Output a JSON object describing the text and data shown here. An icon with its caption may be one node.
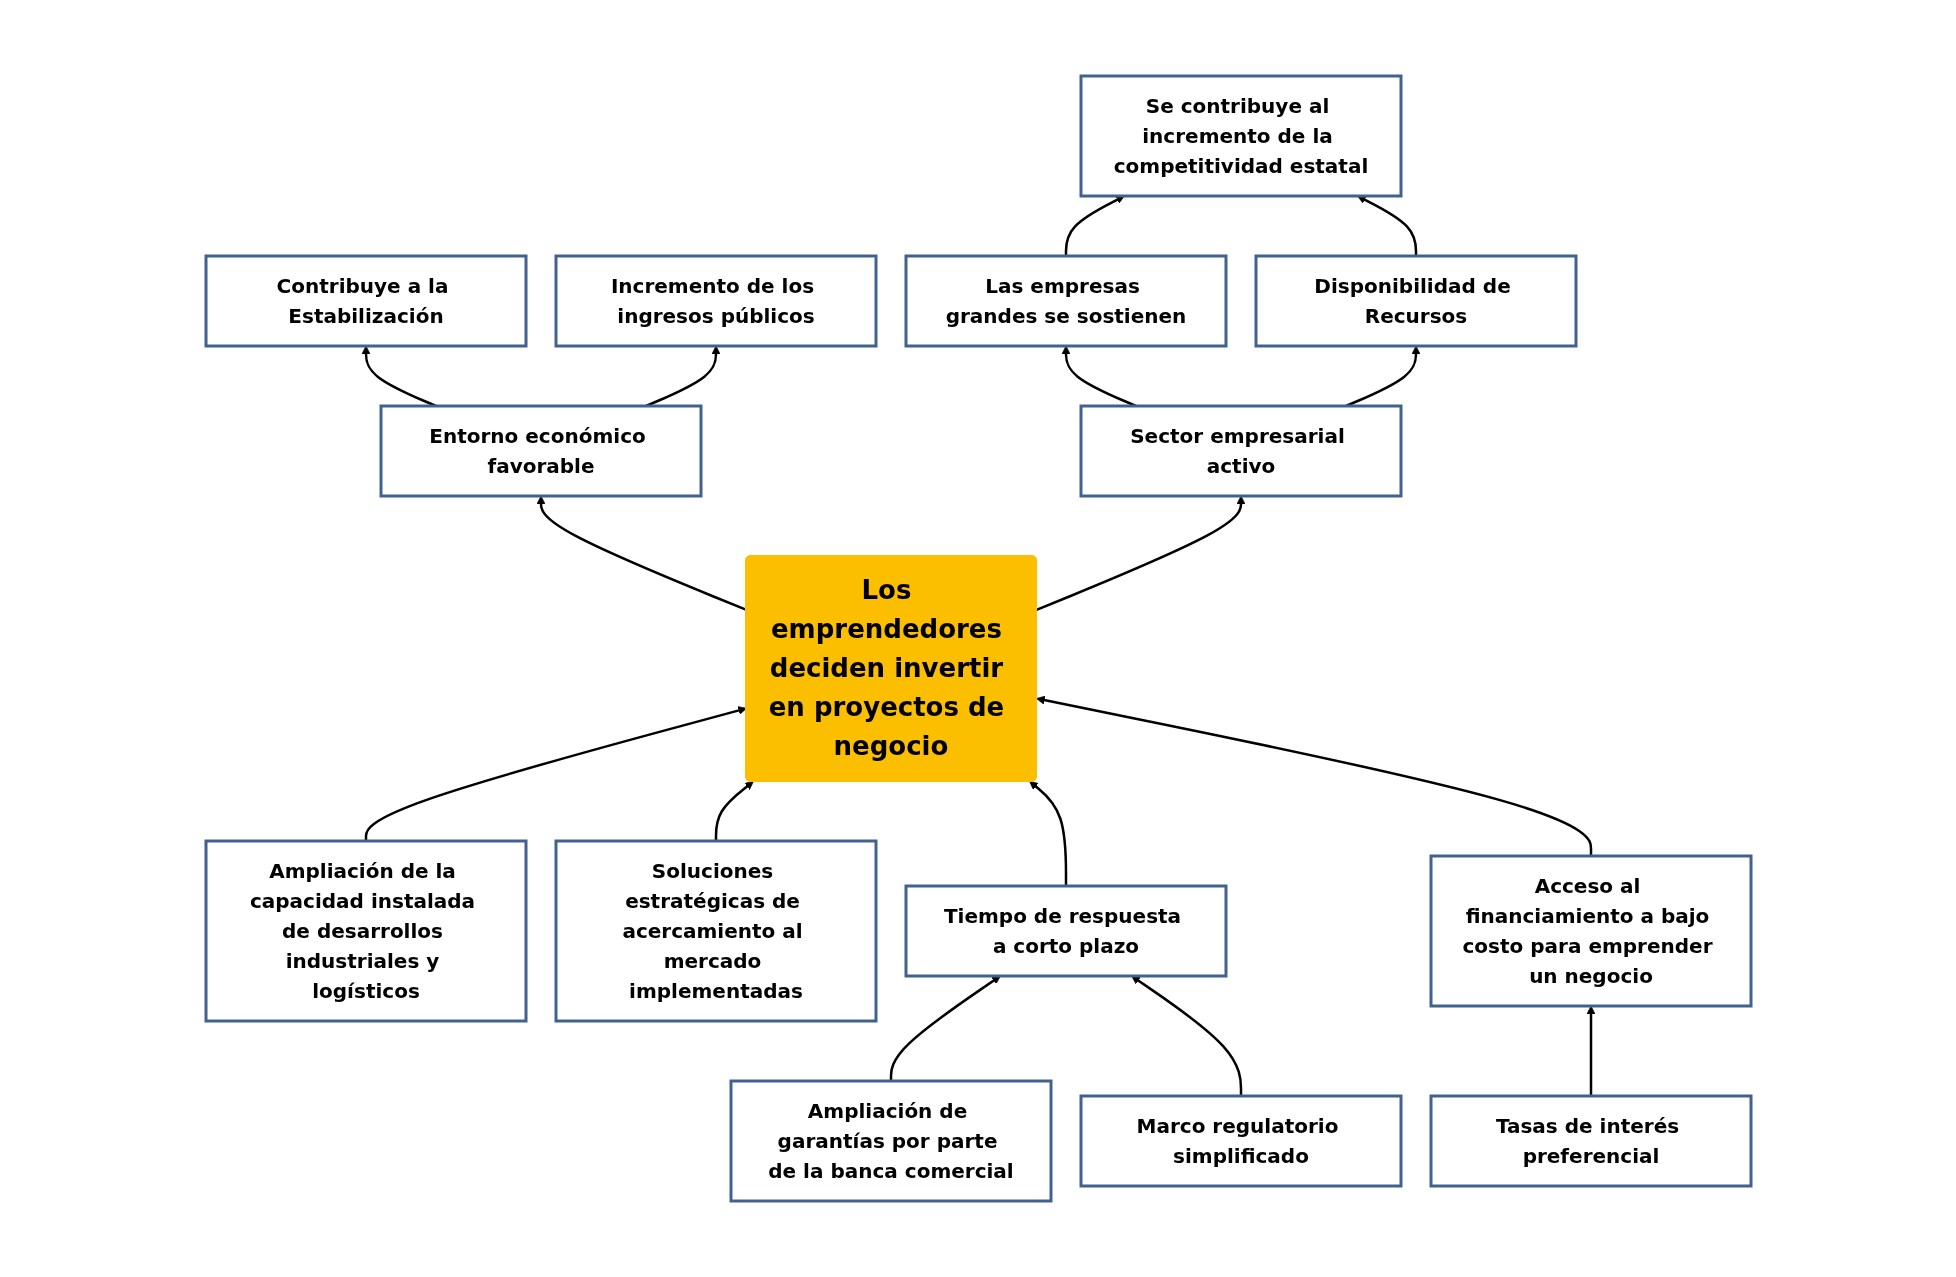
{
  "diagram": {
    "nodes": [
      {
        "text": [
          "Se contribuye al incremento de la competitividad estatal"
        ]
      },
      {
        "text": [
          "Contribuye a la Estabilización"
        ]
      },
      {
        "text": [
          "Incremento de los ingresos públicos"
        ]
      },
      {
        "text": [
          "Las empresas grandes se sostienen"
        ]
      },
      {
        "text": [
          "Disponibilidad de Recursos"
        ]
      },
      {
        "text": [
          "Entorno económico favorable"
        ]
      },
      {
        "text": [
          "Sector empresarial activo"
        ]
      },
      {
        "text": [
          "Los emprendedores deciden invertir en proyectos de negocio"
        ]
      },
      {
        "text": [
          "Ampliación de la capacidad instalada de desarrollos industriales y logísticos"
        ]
      },
      {
        "text": [
          "Soluciones estratégicas de acercamiento al mercado implementadas"
        ]
      },
      {
        "text": [
          "Tiempo de respuesta a corto plazo"
        ]
      },
      {
        "text": [
          "Acceso al financiamiento a bajo costo para emprender un negocio"
        ]
      },
      {
        "text": [
          "Ampliación de garantías por parte de la banca comercial"
        ]
      },
      {
        "text": [
          "Marco regulatorio simplificado"
        ]
      },
      {
        "text": [
          "Tasas de interés preferencial"
        ]
      }
    ],
    "edges": [
      {
        "from": 5,
        "to": 1,
        "arrow": "to"
      },
      {
        "from": 5,
        "to": 2,
        "arrow": "to"
      },
      {
        "from": 6,
        "to": 3,
        "arrow": "to"
      },
      {
        "from": 6,
        "to": 4,
        "arrow": "to"
      },
      {
        "from": 3,
        "to": 0,
        "arrow": "to"
      },
      {
        "from": 4,
        "to": 0,
        "arrow": "to"
      },
      {
        "from": 7,
        "to": 5,
        "arrow": "to"
      },
      {
        "from": 7,
        "to": 6,
        "arrow": "to"
      },
      {
        "from": 8,
        "to": 7,
        "arrow": "to"
      },
      {
        "from": 9,
        "to": 7,
        "arrow": "to"
      },
      {
        "from": 10,
        "to": 7,
        "arrow": "to"
      },
      {
        "from": 11,
        "to": 7,
        "arrow": "to"
      },
      {
        "from": 12,
        "to": 10,
        "arrow": "to"
      },
      {
        "from": 13,
        "to": 10,
        "arrow": "to"
      },
      {
        "from": 14,
        "to": 11,
        "arrow": "to"
      }
    ]
  }
}
